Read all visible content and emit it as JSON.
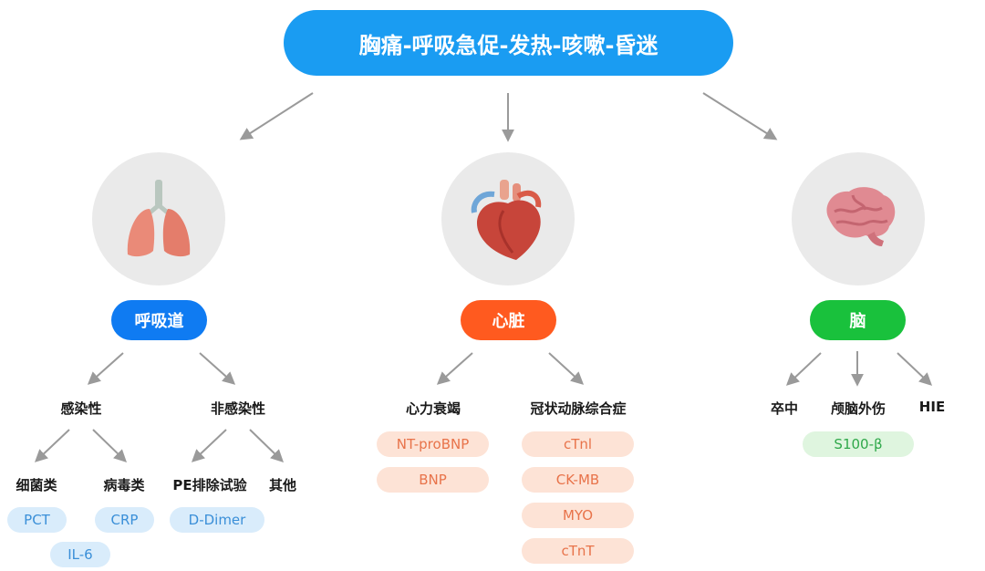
{
  "title": "胸痛-呼吸急促-发热-咳嗽-昏迷",
  "colors": {
    "title": "#1a9cf2",
    "respiratory": "#0f7bf2",
    "heart": "#ff5a1f",
    "brain": "#19c13c",
    "arrow": "#9a9a9a"
  },
  "icons": {
    "lungs": "lungs-icon",
    "heart": "heart-icon",
    "brain": "brain-icon"
  },
  "respiratory": {
    "label": "呼吸道",
    "infectious": {
      "label": "感染性",
      "bacterial": {
        "label": "细菌类",
        "markers": [
          "PCT",
          "IL-6"
        ]
      },
      "viral": {
        "label": "病毒类",
        "markers": [
          "CRP"
        ]
      }
    },
    "non_infectious": {
      "label": "非感染性",
      "pe": {
        "label": "PE排除试验",
        "markers": [
          "D-Dimer"
        ]
      },
      "other": {
        "label": "其他"
      }
    }
  },
  "heart": {
    "label": "心脏",
    "heart_failure": {
      "label": "心力衰竭",
      "markers": [
        "NT-proBNP",
        "BNP"
      ]
    },
    "acs": {
      "label": "冠状动脉综合症",
      "markers": [
        "cTnl",
        "CK-MB",
        "MYO",
        "cTnT"
      ]
    }
  },
  "brain": {
    "label": "脑",
    "stroke": {
      "label": "卒中"
    },
    "tbi": {
      "label": "颅脑外伤"
    },
    "hie": {
      "label": "HIE"
    },
    "markers": [
      "S100-β"
    ]
  }
}
